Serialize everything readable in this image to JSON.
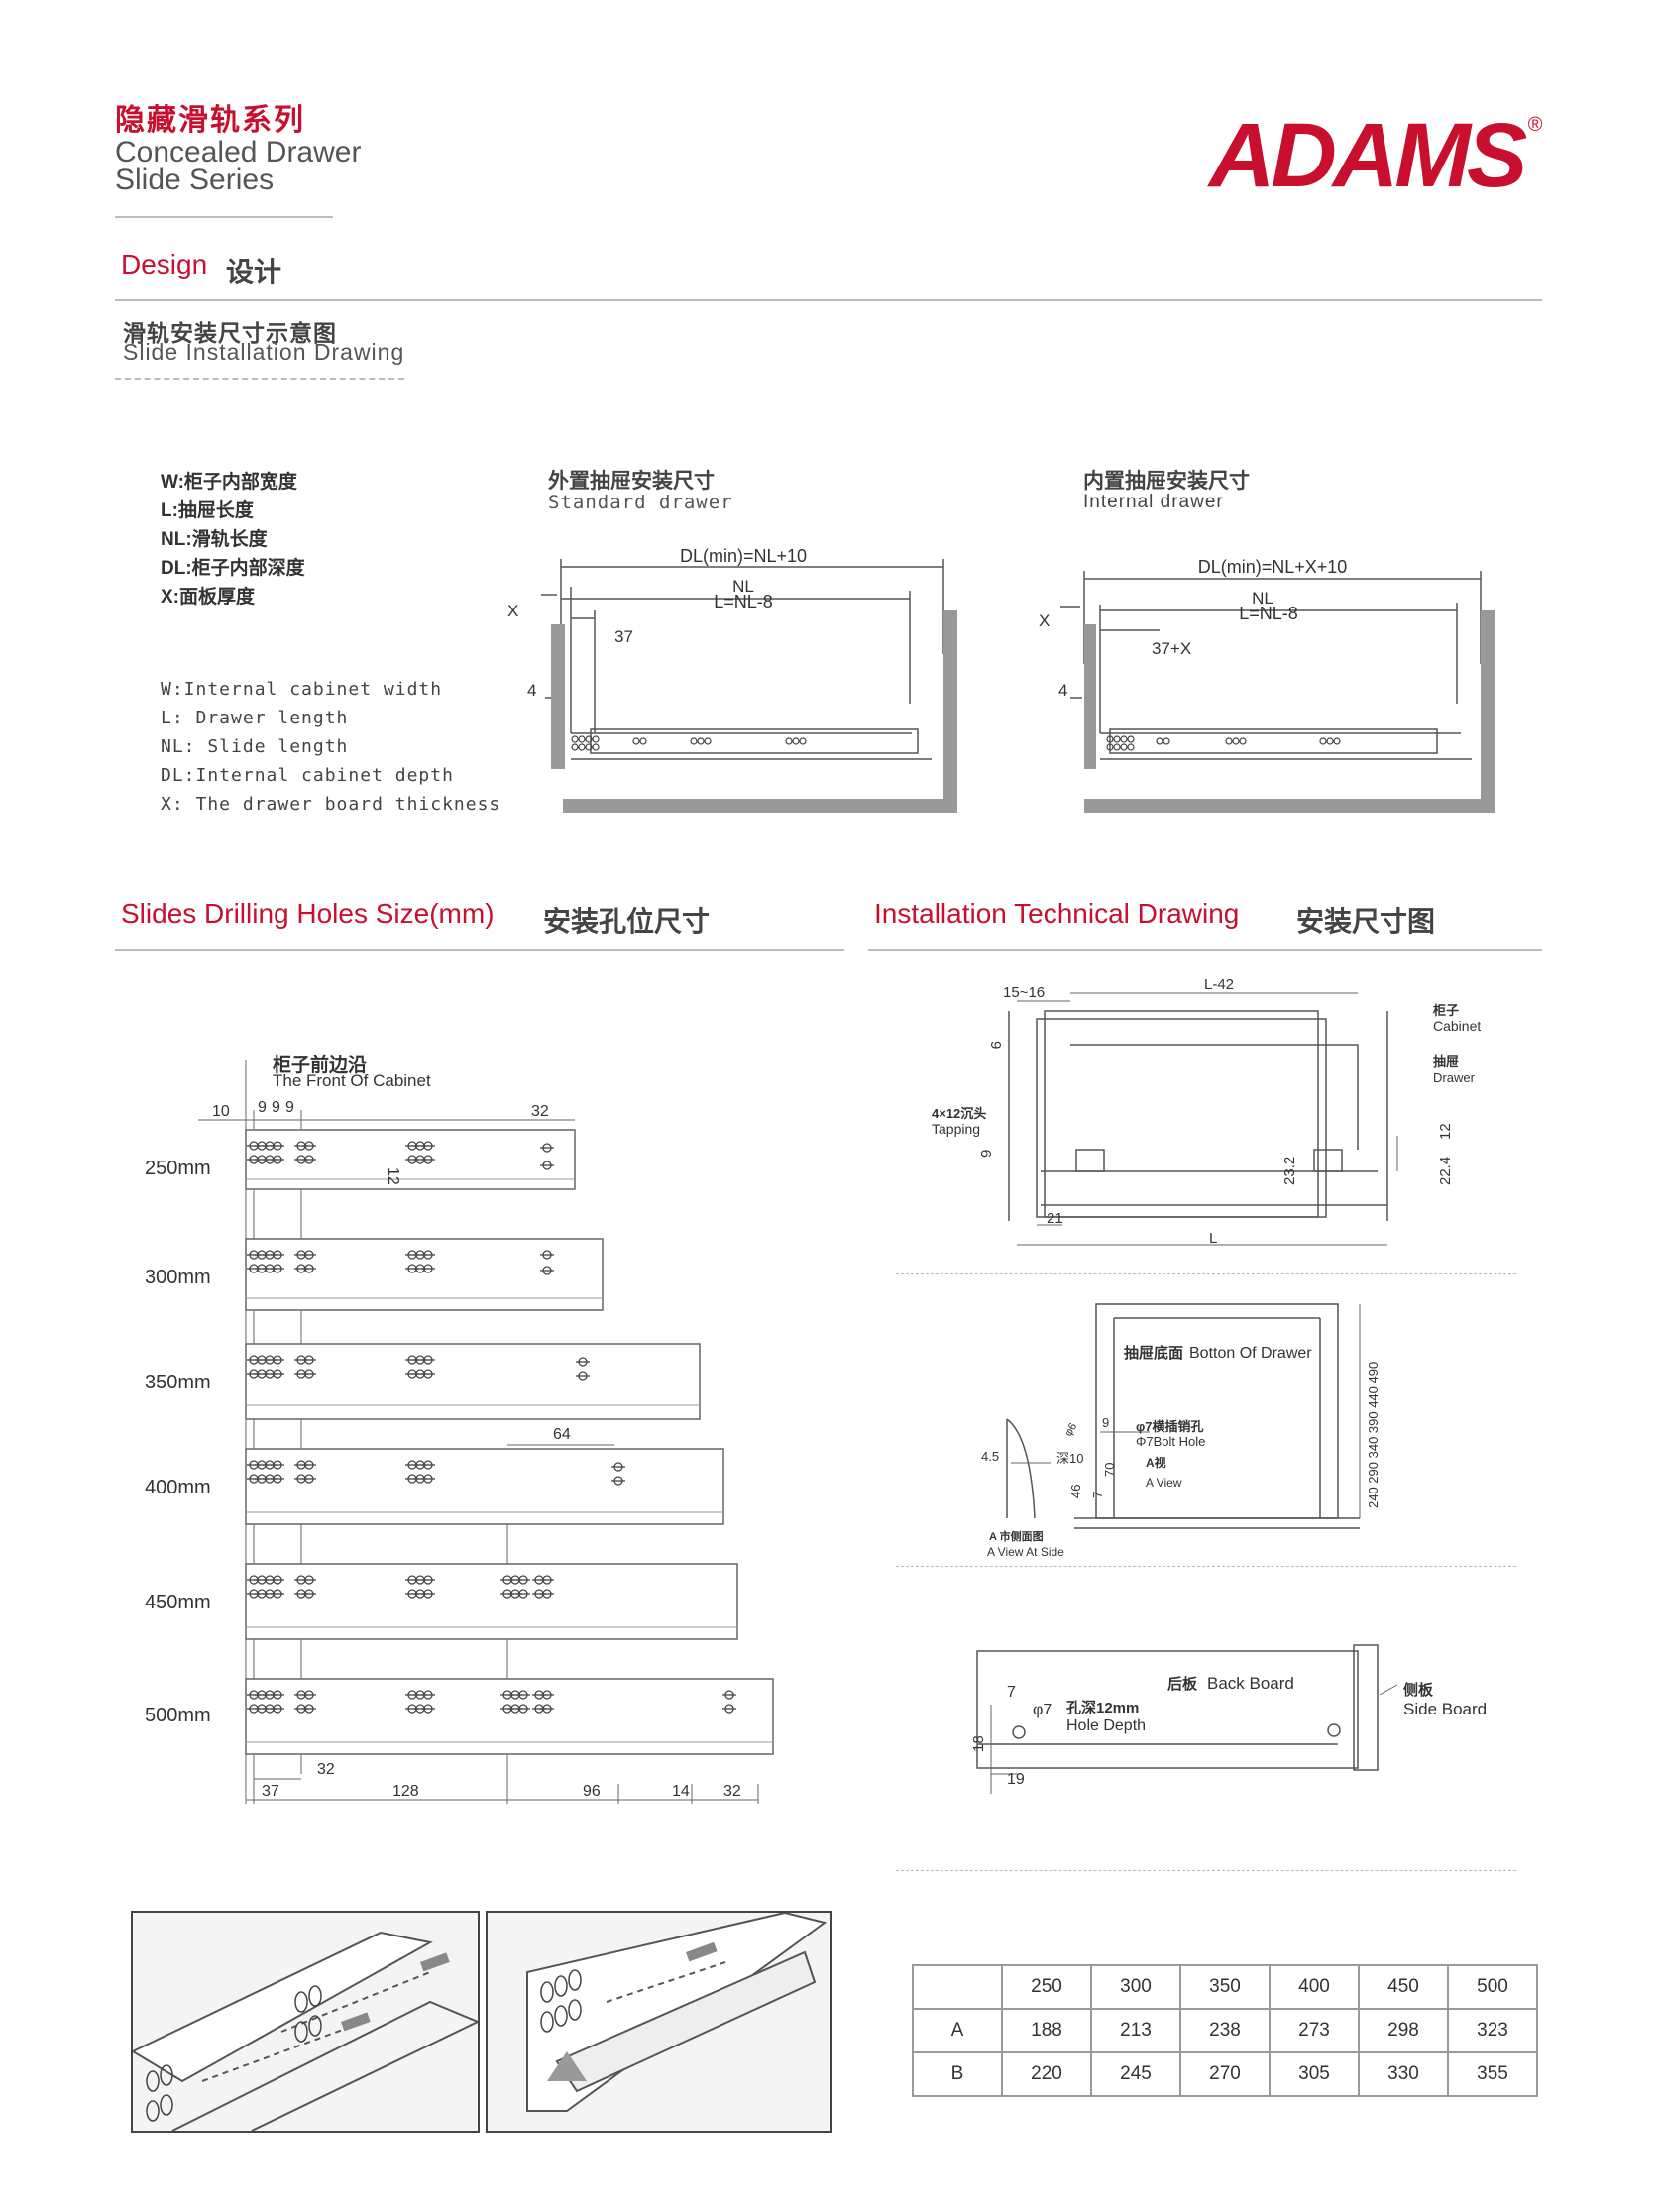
{
  "header": {
    "series_cn": "隐藏滑轨系列",
    "series_en_1": "Concealed Drawer",
    "series_en_2": "Slide Series",
    "brand": "ADAMS",
    "registered": "®"
  },
  "design": {
    "en": "Design",
    "cn": "设计"
  },
  "install_drawing": {
    "cn": "滑轨安装尺寸示意图",
    "en": "Slide Installation Drawing"
  },
  "legend": {
    "cn": [
      "W:柜子内部宽度",
      "L:抽屉长度",
      "NL:滑轨长度",
      "DL:柜子内部深度",
      "X:面板厚度"
    ],
    "en": [
      "W:Internal cabinet width",
      "L: Drawer length",
      "NL: Slide length",
      "DL:Internal cabinet depth",
      "X: The drawer board thickness"
    ]
  },
  "standard": {
    "cn": "外置抽屉安装尺寸",
    "en": "Standard drawer",
    "dl": "DL(min)=NL+10",
    "nl": "NL",
    "l": "L=NL-8",
    "x": "X",
    "off": "37",
    "four": "4"
  },
  "internal": {
    "cn": "内置抽屉安装尺寸",
    "en": "Internal drawer",
    "dl": "DL(min)=NL+X+10",
    "nl": "NL",
    "l": "L=NL-8",
    "x": "X",
    "off": "37+X",
    "four": "4"
  },
  "drilling": {
    "title_en": "Slides Drilling Holes Size(mm)",
    "title_cn": "安装孔位尺寸",
    "front_cn": "柜子前边沿",
    "front_en": "The Front Of Cabinet",
    "sizes": [
      "250mm",
      "300mm",
      "350mm",
      "400mm",
      "450mm",
      "500mm"
    ],
    "top_dims": [
      "10",
      "9",
      "9",
      "9",
      "32"
    ],
    "dim_12": "12",
    "dim_64": "64",
    "dim_32_mid": "32",
    "bottom_dims": [
      "37",
      "128",
      "96",
      "14",
      "32"
    ]
  },
  "technical": {
    "title_en": "Installation Technical Drawing",
    "title_cn": "安装尺寸图",
    "l42": "L-42",
    "gap": "15~16",
    "nine": "9",
    "cabinet_cn": "柜子",
    "cabinet_en": "Cabinet",
    "drawer_cn": "抽屉",
    "drawer_en": "Drawer",
    "tapping_cn": "4×12沉头",
    "tapping_en": "Tapping",
    "d232": "23.2",
    "d224": "22.4",
    "d12": "12",
    "d21": "21",
    "dl": "L",
    "bottom_cn": "抽屉底面",
    "bottom_en": "Botton Of Drawer",
    "bolt_cn": "φ7横插销孔",
    "bolt_en": "Φ7Bolt Hole",
    "aview_cn": "A视",
    "aview_en": "A View",
    "side_cn": "A 市侧面图",
    "side_en": "A View At Side",
    "d45": "4.5",
    "d10": "深10",
    "d6": "φ6",
    "d46": "46",
    "d7": "7",
    "d70": "70",
    "d9b": "9",
    "heights": "240 290 340 390 440 490",
    "back_cn": "后板",
    "back_en": "Back Board",
    "side_board_cn": "侧板",
    "side_board_en": "Side Board",
    "hole_cn": "孔深12mm",
    "hole_en": "Hole Depth",
    "phi7": "φ7",
    "d7b": "7",
    "d18": "18",
    "d19": "19"
  },
  "table": {
    "header": [
      "",
      "250",
      "300",
      "350",
      "400",
      "450",
      "500"
    ],
    "rows": [
      [
        "A",
        "188",
        "213",
        "238",
        "273",
        "298",
        "323"
      ],
      [
        "B",
        "220",
        "245",
        "270",
        "305",
        "330",
        "355"
      ]
    ]
  }
}
